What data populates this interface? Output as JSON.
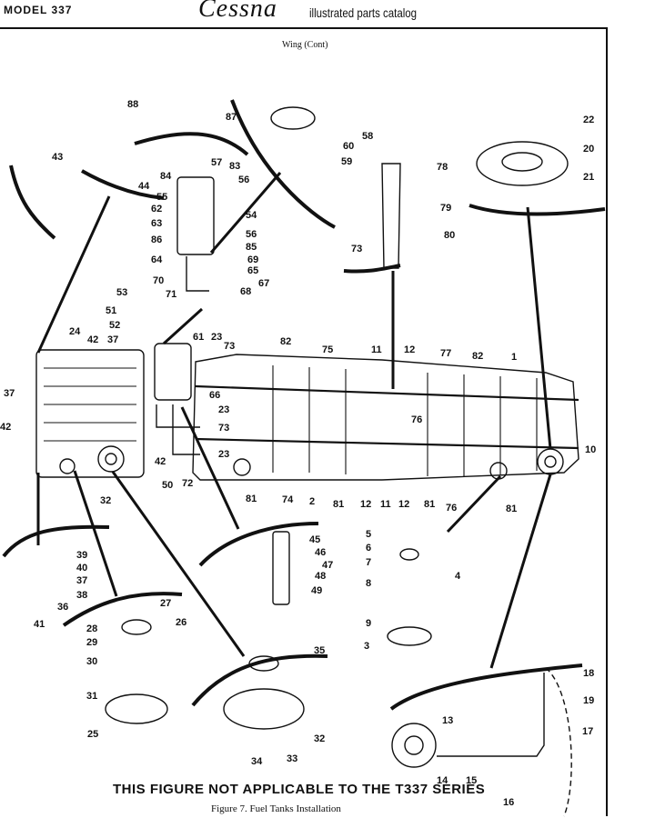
{
  "header": {
    "model": "MODEL 337",
    "brand": "Cessna",
    "catalog": "illustrated parts catalog"
  },
  "subtitle": "Wing (Cont)",
  "note": "THIS FIGURE NOT APPLICABLE TO THE T337 SERIES",
  "caption": "Figure 7.  Fuel Tanks Installation",
  "callouts": [
    "1",
    "2",
    "3",
    "4",
    "5",
    "6",
    "7",
    "8",
    "9",
    "10",
    "11",
    "11",
    "11",
    "12",
    "12",
    "12",
    "12",
    "13",
    "14",
    "14",
    "15",
    "16",
    "17",
    "18",
    "19",
    "20",
    "21",
    "22",
    "23",
    "23",
    "23",
    "23",
    "24",
    "25",
    "26",
    "27",
    "28",
    "29",
    "30",
    "31",
    "32",
    "32",
    "33",
    "34",
    "35",
    "36",
    "37",
    "37",
    "37",
    "38",
    "39",
    "40",
    "41",
    "42",
    "42",
    "42",
    "43",
    "44",
    "45",
    "46",
    "47",
    "48",
    "49",
    "50",
    "51",
    "52",
    "53",
    "54",
    "55",
    "56",
    "56",
    "57",
    "58",
    "59",
    "60",
    "61",
    "62",
    "63",
    "64",
    "65",
    "66",
    "67",
    "68",
    "69",
    "70",
    "71",
    "72",
    "73",
    "73",
    "73",
    "74",
    "75",
    "76",
    "76",
    "77",
    "78",
    "79",
    "80",
    "81",
    "81",
    "81",
    "81",
    "82",
    "82",
    "83",
    "84",
    "85",
    "86",
    "87",
    "88"
  ]
}
